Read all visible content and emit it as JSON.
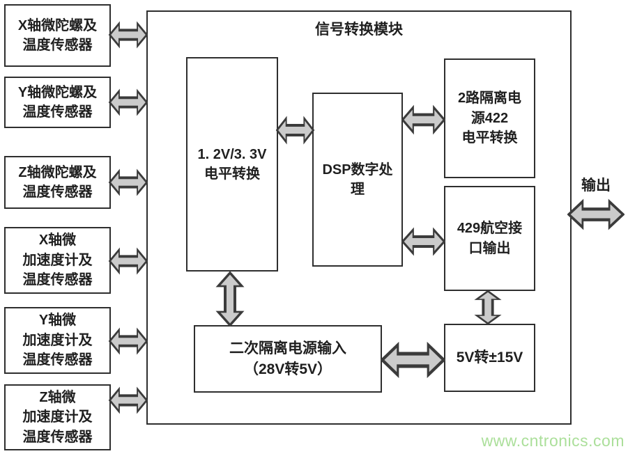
{
  "diagram": {
    "title": "信号转换模块",
    "sensors": [
      {
        "id": "gyro-x",
        "lines": [
          "X轴微陀螺及",
          "温度传感器"
        ]
      },
      {
        "id": "gyro-y",
        "lines": [
          "Y轴微陀螺及",
          "温度传感器"
        ]
      },
      {
        "id": "gyro-z",
        "lines": [
          "Z轴微陀螺及",
          "温度传感器"
        ]
      },
      {
        "id": "accel-x",
        "lines": [
          "X轴微",
          "加速度计及",
          "温度传感器"
        ]
      },
      {
        "id": "accel-y",
        "lines": [
          "Y轴微",
          "加速度计及",
          "温度传感器"
        ]
      },
      {
        "id": "accel-z",
        "lines": [
          "Z轴微",
          "加速度计及",
          "温度传感器"
        ]
      }
    ],
    "blocks": {
      "level_shift": {
        "lines": [
          "1. 2V/3. 3V",
          "电平转换"
        ]
      },
      "dsp": {
        "lines": [
          "DSP数字处",
          "理"
        ]
      },
      "iso422": {
        "lines": [
          "2路隔离电",
          "源422",
          "电平转换"
        ]
      },
      "a429": {
        "lines": [
          "429航空接",
          "口输出"
        ]
      },
      "secondary_power": {
        "lines": [
          "二次隔离电源输入",
          "（28V转5V）"
        ]
      },
      "v15": {
        "lines": [
          "5V转±15V"
        ]
      }
    },
    "output_label": "输出",
    "watermark": "www.cntronics.com",
    "colors": {
      "arrow_fill": "#cbcbcb",
      "arrow_stroke": "#3b3b3b",
      "box_border": "#2e2e2e",
      "text": "#1f1f1f",
      "watermark": "#abdf9a"
    }
  }
}
